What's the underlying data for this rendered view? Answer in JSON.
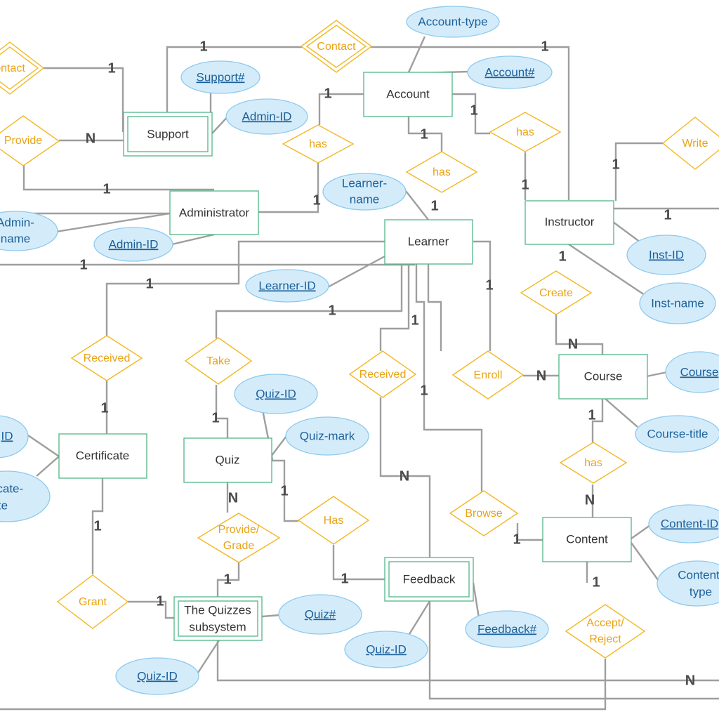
{
  "entities": {
    "support": "Support",
    "account": "Account",
    "administrator": "Administrator",
    "learner": "Learner",
    "instructor": "Instructor",
    "course": "Course",
    "certificate": "Certificate",
    "quiz": "Quiz",
    "content": "Content",
    "feedback": "Feedback",
    "quizzes_subsystem": [
      "The Quizzes",
      "subsystem"
    ]
  },
  "relationships": {
    "contact_left": "ontact",
    "contact_top": "Contact",
    "provide": "Provide",
    "has_account_learner": "has",
    "has_learner": "has",
    "has_instructor": "has",
    "write": "Write",
    "create": "Create",
    "received_certificate": "Received",
    "take": "Take",
    "received_feedback": "Received",
    "enroll": "Enroll",
    "has_course_content": "has",
    "browse": "Browse",
    "has_quiz_feedback": "Has",
    "provide_grade": [
      "Provide/",
      "Grade"
    ],
    "grant": "Grant",
    "accept_reject": [
      "Accept/",
      "Reject"
    ]
  },
  "attributes": {
    "account_type": "Account-type",
    "account_num": "Account#",
    "support_num": "Support#",
    "admin_id_support": "Admin-ID",
    "learner_name": [
      "Learner-",
      "name"
    ],
    "admin_name": [
      "Admin-",
      "name"
    ],
    "admin_id": "Admin-ID",
    "learner_id": "Learner-ID",
    "inst_id": "Inst-ID",
    "inst_name": "Inst-name",
    "course_id": "Course",
    "course_title": "Course-title",
    "quiz_id_quiz": "Quiz-ID",
    "quiz_mark": "Quiz-mark",
    "cert_id": "ID",
    "cert_date": [
      "ficate-",
      "te"
    ],
    "content_id": "Content-ID",
    "content_type": [
      "Content",
      "type"
    ],
    "quiz_num": "Quiz#",
    "quiz_id_feedback": "Quiz-ID",
    "feedback_num": "Feedback#",
    "quiz_id_subsystem": "Quiz-ID"
  },
  "cardinalities": {
    "contact_left_support": "1",
    "contact_top_support": "1",
    "contact_top_instructor": "1",
    "provide_support": "N",
    "provide_admin": "1",
    "account_has_left": "1",
    "has_learner_left": "1",
    "account_has_mid": "1",
    "account_has_right": "1",
    "has_instructor": "1",
    "has_learner_mid": "1",
    "write_instructor": "1",
    "instructor_right": "1",
    "instructor_create": "1",
    "create_course": "N",
    "admin_long": "1",
    "received_learner": "1",
    "received_certificate": "1",
    "take_learner": "1",
    "take_quiz": "1",
    "received_fb_learner": "1",
    "received_fb_feedback": "N",
    "enroll_learner": "1",
    "enroll_course": "N",
    "course_has": "1",
    "has_content": "N",
    "browse_learner": "1",
    "browse_content": "1",
    "quiz_has": "1",
    "has_feedback": "1",
    "quiz_provide": "N",
    "provide_subsystem": "1",
    "certificate_grant": "1",
    "grant_subsystem": "1",
    "content_accept": "1",
    "subsystem_long": "N"
  }
}
